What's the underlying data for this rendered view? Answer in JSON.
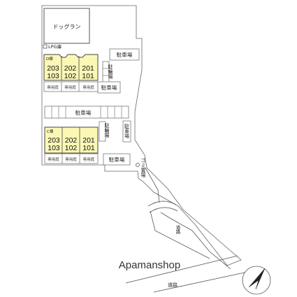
{
  "labels": {
    "dog_run": "ドッグラン",
    "lpg": "LPG庫",
    "parking": "駐車場",
    "bike_parking": "駐輪場",
    "garbage": "ゴミ置場",
    "road": "道路",
    "private_garden": "専用庭",
    "brand": "Apamanshop"
  },
  "buildings": [
    {
      "name": "D棟",
      "units": [
        {
          "upper": "203",
          "lower": "103"
        },
        {
          "upper": "202",
          "lower": "102"
        },
        {
          "upper": "201",
          "lower": "101"
        }
      ]
    },
    {
      "name": "C棟",
      "units": [
        {
          "upper": "203",
          "lower": "103"
        },
        {
          "upper": "202",
          "lower": "102"
        },
        {
          "upper": "201",
          "lower": "101"
        }
      ]
    }
  ],
  "colors": {
    "building_fill": "#fbf7b5",
    "line": "#555555",
    "text": "#222222"
  },
  "icons": {
    "compass": "north-arrow-icon"
  }
}
